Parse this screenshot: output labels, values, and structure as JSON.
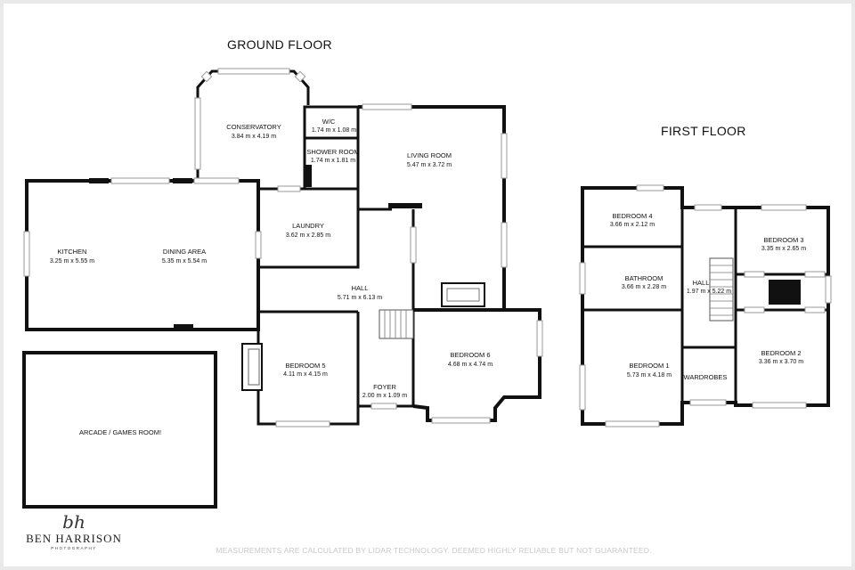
{
  "floors": {
    "ground": {
      "title": "GROUND FLOOR",
      "rooms": {
        "conservatory": {
          "name": "CONSERVATORY",
          "dims": "3.84 m x 4.19 m"
        },
        "wc": {
          "name": "W/C",
          "dims": "1.74 m x 1.08 m"
        },
        "shower_room": {
          "name": "SHOWER ROOM",
          "dims": "1.74 m x 1.81 m"
        },
        "living_room": {
          "name": "LIVING ROOM",
          "dims": "5.47 m x 3.72 m"
        },
        "kitchen": {
          "name": "KITCHEN",
          "dims": "3.25 m x 5.55 m"
        },
        "dining_area": {
          "name": "DINING AREA",
          "dims": "5.35 m x 5.54 m"
        },
        "laundry": {
          "name": "LAUNDRY",
          "dims": "3.62 m x 2.85 m"
        },
        "hall": {
          "name": "HALL",
          "dims": "5.71 m x 6.13 m"
        },
        "bedroom_5": {
          "name": "BEDROOM 5",
          "dims": "4.11 m x 4.15 m"
        },
        "bedroom_6": {
          "name": "BEDROOM 6",
          "dims": "4.68 m x 4.74 m"
        },
        "foyer": {
          "name": "FOYER",
          "dims": "2.00 m x 1.09 m"
        },
        "arcade": {
          "name": "ARCADE / GAMES ROOM!"
        }
      }
    },
    "first": {
      "title": "FIRST FLOOR",
      "rooms": {
        "bedroom_4": {
          "name": "BEDROOM 4",
          "dims": "3.66 m x 2.12 m"
        },
        "bedroom_3": {
          "name": "BEDROOM 3",
          "dims": "3.35 m x 2.65 m"
        },
        "bathroom": {
          "name": "BATHROOM",
          "dims": "3.66 m x 2.28 m"
        },
        "hall": {
          "name": "HALL",
          "dims": "1.97 m x 5.22 m"
        },
        "bedroom_1": {
          "name": "BEDROOM 1",
          "dims": "5.73 m x 4.18 m"
        },
        "wardrobes": {
          "name": "WARDROBES"
        },
        "bedroom_2": {
          "name": "BEDROOM 2",
          "dims": "3.36 m x 3.70 m"
        }
      }
    }
  },
  "logo": {
    "initials": "bh",
    "name": "BEN HARRISON",
    "subtitle": "PHOTOGRAPHY"
  },
  "disclaimer": "MEASUREMENTS ARE CALCULATED BY LIDAR TECHNOLOGY. DEEMED HIGHLY RELIABLE BUT NOT GUARANTEED."
}
